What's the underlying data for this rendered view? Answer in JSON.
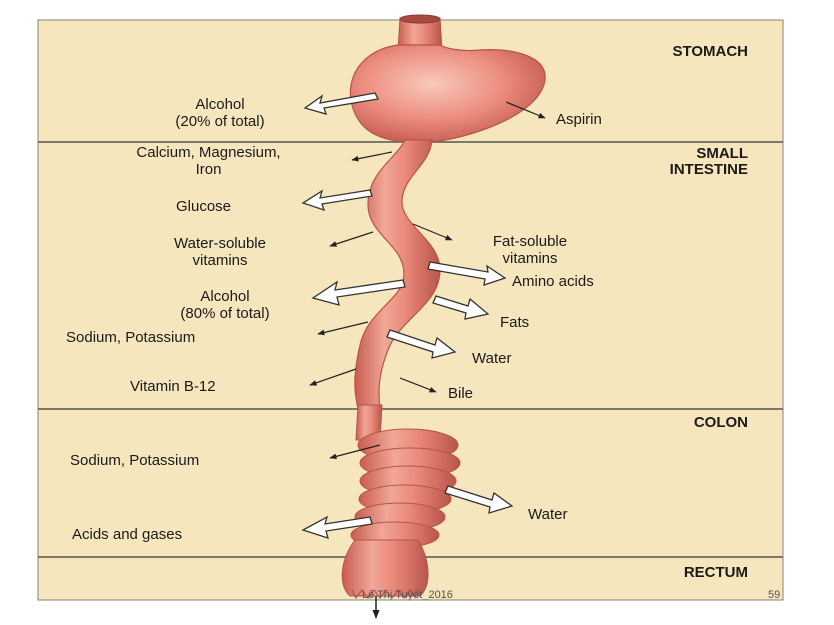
{
  "sections": {
    "stomach": "STOMACH",
    "small_intestine_1": "SMALL",
    "small_intestine_2": "INTESTINE",
    "colon": "COLON",
    "rectum": "RECTUM"
  },
  "labels": {
    "alcohol_20_line1": "Alcohol",
    "alcohol_20_line2": "(20% of total)",
    "aspirin": "Aspirin",
    "calcium_line1": "Calcium, Magnesium,",
    "calcium_line2": "Iron",
    "glucose": "Glucose",
    "water_soluble_line1": "Water-soluble",
    "water_soluble_line2": "vitamins",
    "fat_soluble_line1": "Fat-soluble",
    "fat_soluble_line2": "vitamins",
    "amino_acids": "Amino acids",
    "alcohol_80_line1": "Alcohol",
    "alcohol_80_line2": "(80% of total)",
    "fats": "Fats",
    "sodium_potassium_si": "Sodium, Potassium",
    "water_si": "Water",
    "vitamin_b12": "Vitamin B-12",
    "bile": "Bile",
    "sodium_potassium_colon": "Sodium, Potassium",
    "water_colon": "Water",
    "acids_gases": "Acids and gases"
  },
  "footer": {
    "author": "Lê Thị Tuyết_2016",
    "page": "59"
  },
  "colors": {
    "background": "#f6e6bd",
    "organ": "#e9897a",
    "organ_dark": "#c85d50",
    "organ_light": "#f7c6b8"
  }
}
